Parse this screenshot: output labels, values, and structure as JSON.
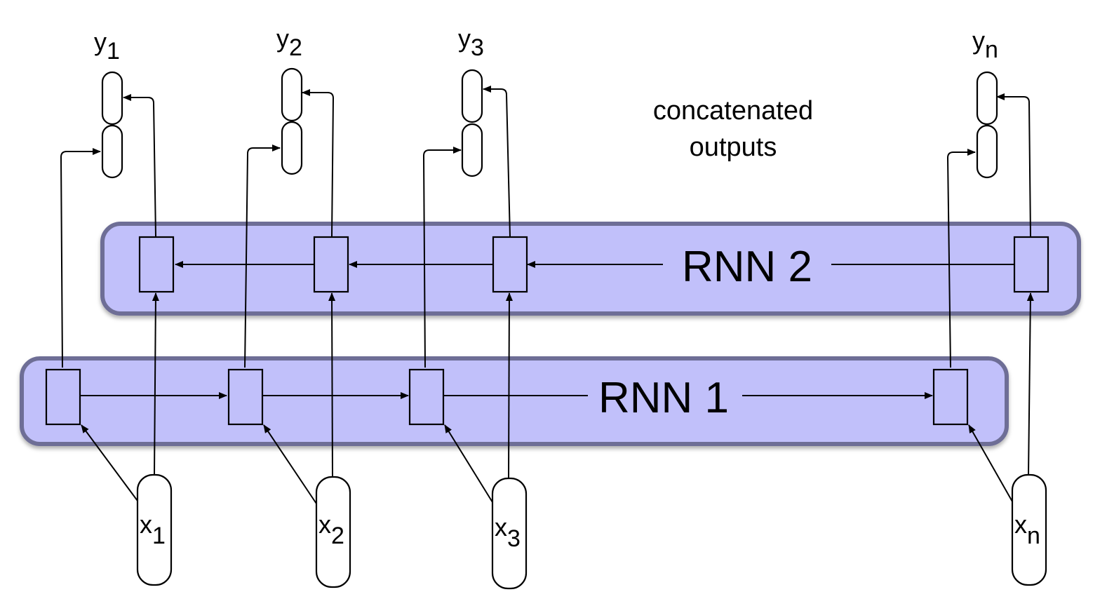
{
  "diagram": {
    "title": "Bidirectional RNN with concatenated outputs",
    "rnn1_label": "RNN 1",
    "rnn2_label": "RNN 2",
    "annotation_line1": "concatenated",
    "annotation_line2": "outputs",
    "colors": {
      "band_fill": "#c1c0fa",
      "band_border": "#6e6e96",
      "stroke": "#000000"
    },
    "timesteps": [
      {
        "id": "1",
        "input_base": "x",
        "input_sub": "1",
        "output_base": "y",
        "output_sub": "1"
      },
      {
        "id": "2",
        "input_base": "x",
        "input_sub": "2",
        "output_base": "y",
        "output_sub": "2"
      },
      {
        "id": "3",
        "input_base": "x",
        "input_sub": "3",
        "output_base": "y",
        "output_sub": "3"
      },
      {
        "id": "n",
        "input_base": "x",
        "input_sub": "n",
        "output_base": "y",
        "output_sub": "n"
      }
    ]
  }
}
